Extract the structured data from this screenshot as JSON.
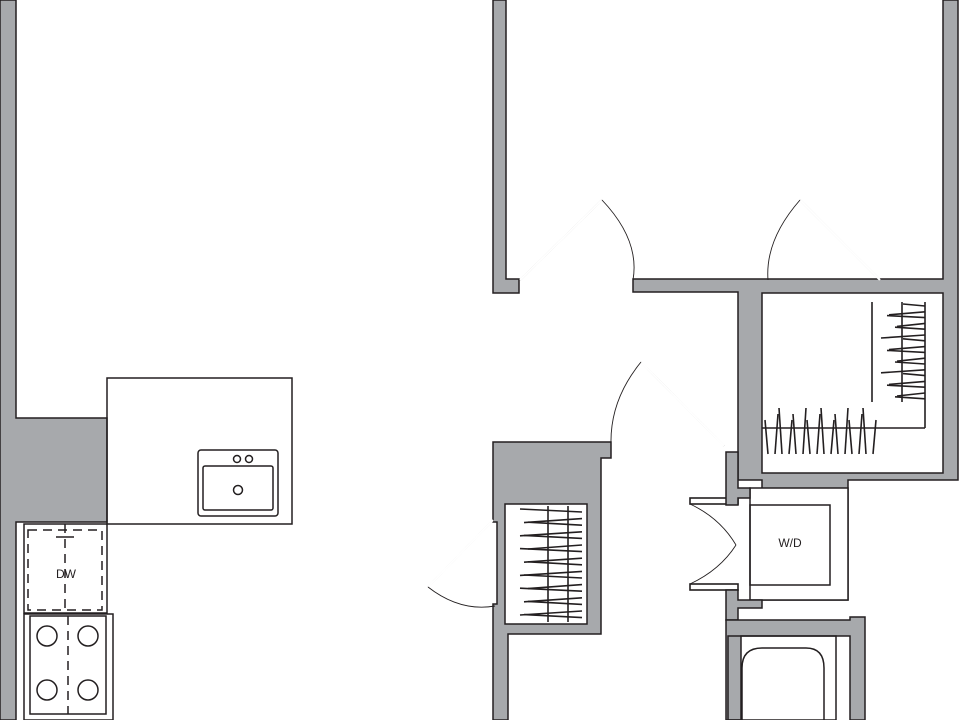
{
  "plan": {
    "labels": {
      "dishwasher": "DW",
      "washer_dryer": "W/D"
    },
    "colors": {
      "wall_fill": "#a7a9ac",
      "line": "#231f20",
      "floor": "#ffffff"
    },
    "fixtures": [
      "kitchen-sink",
      "dishwasher",
      "range",
      "washer-dryer",
      "bathtub",
      "closet-hangers"
    ]
  }
}
